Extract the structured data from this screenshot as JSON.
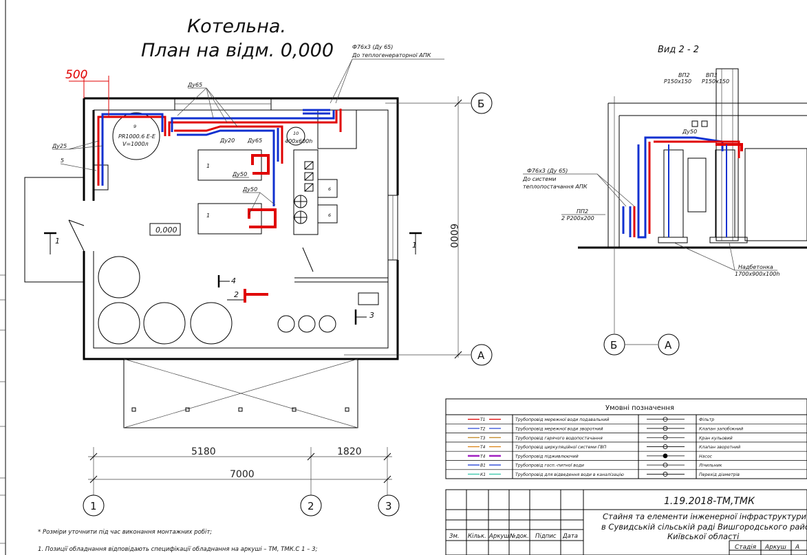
{
  "title": {
    "line1": "Котельна.",
    "line2": "План на відм. 0,000"
  },
  "view_title": "Вид 2 - 2",
  "callouts": {
    "pipe_76_top": "Ф76х3 (Ду 65)",
    "to_apk_top": "До теплогенераторної АПК",
    "dy65_top": "Ду65",
    "dy25": "Ду25",
    "dy20": "Ду20",
    "dy65_mid": "Ду65",
    "dy50_a": "Ду50",
    "dy50_b": "Ду50",
    "dim_500": "500",
    "level": "0,000",
    "tank_no": "9",
    "tank_model": "PR1000.6 E-E",
    "tank_volume": "V=1000л",
    "unit10_no": "10",
    "unit10_size": "400х600h",
    "pos5": "5",
    "pos1a": "1",
    "pos1b": "1",
    "pos6a": "6",
    "pos6b": "6",
    "sec1_left": "1",
    "sec1_right": "1",
    "sec2": "2",
    "sec3": "3",
    "sec4": "4"
  },
  "axes": {
    "b_right": "Б",
    "a_right": "А",
    "b_view": "Б",
    "a_view": "А",
    "n1": "1",
    "n2": "2",
    "n3": "3"
  },
  "dimensions": {
    "width_left": "5180",
    "width_right": "1820",
    "total": "7000",
    "height": "6000"
  },
  "view": {
    "vp2": "ВП2",
    "vp2_size": "Р150х150",
    "vp3": "ВП3",
    "vp3_size": "Р150х150",
    "dy50": "Ду50",
    "pipe": "Ф76х3 (Ду 65)",
    "to_apk1": "До системи",
    "to_apk2": "теплопостачання АПК",
    "pp2": "ПП2",
    "pp2_size": "2 Р200х200",
    "slab1": "Надбетонка",
    "slab2": "1700х900х100h"
  },
  "legend": {
    "title": "Умовні позначення",
    "rows": [
      {
        "code": "Т1",
        "color": "#e00000",
        "pipe": "Трубопровід мережної води подавальний",
        "fitting": "Фільтр"
      },
      {
        "code": "Т2",
        "color": "#1030d0",
        "pipe": "Трубопровід мережної води зворотний",
        "fitting": "Клапан запобіжний"
      },
      {
        "code": "Т3",
        "color": "#c0841c",
        "pipe": "Трубопровід гарячого водопостачання",
        "fitting": "Кран кульовий"
      },
      {
        "code": "Т4",
        "color": "#d87800",
        "pipe": "Трубопровід циркуляційної системи ГВП",
        "fitting": "Клапан зворотний"
      },
      {
        "code": "Т4",
        "color": "#a020c0",
        "pipe": "Трубопровід підживлюючий",
        "fitting": "Насос"
      },
      {
        "code": "В1",
        "color": "#1030d0",
        "pipe": "Трубопровід госп.-питної води",
        "fitting": "Лічильник"
      },
      {
        "code": "К1",
        "color": "#20c0a0",
        "pipe": "Трубопровід для відведення води в каналізацію",
        "fitting": "Перехід діаметрів"
      }
    ]
  },
  "stamp": {
    "code": "1.19.2018-ТМ,ТМК",
    "title1": "Стайня та елементи інженерної інфраструктури",
    "title2": "в Сувидській сільській раді Вишгородського району",
    "title3": "Київської області",
    "cols": [
      "Зм.",
      "Кільк.",
      "Аркуш",
      "№док.",
      "Підпис",
      "Дата"
    ],
    "stage": "Стадія",
    "sheet": "Аркуш",
    "sheets": "А"
  },
  "notes": {
    "n0": "* Розміри уточнити під час виконання монтажних робіт;",
    "n1": "1.  Позиції обладнання відповідають специфікації обладнання на аркуші – ТМ, ТМК.С 1 – 3;"
  }
}
